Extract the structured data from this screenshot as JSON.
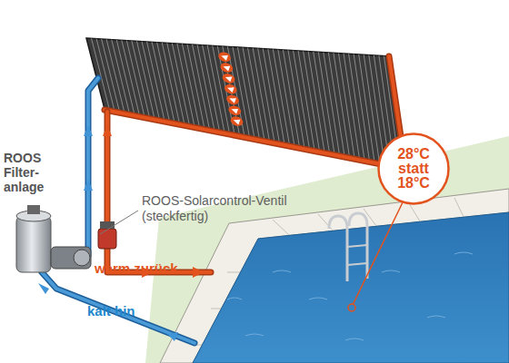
{
  "diagram": {
    "nodes": [
      {
        "text": [
          "28°C statt 18°C"
        ]
      }
    ],
    "labels": [
      "ROOS Filter- anlage",
      "ROOS-Solarcontrol-Ventil (steckfertig)",
      "warm zurück",
      "kalt hin"
    ]
  }
}
